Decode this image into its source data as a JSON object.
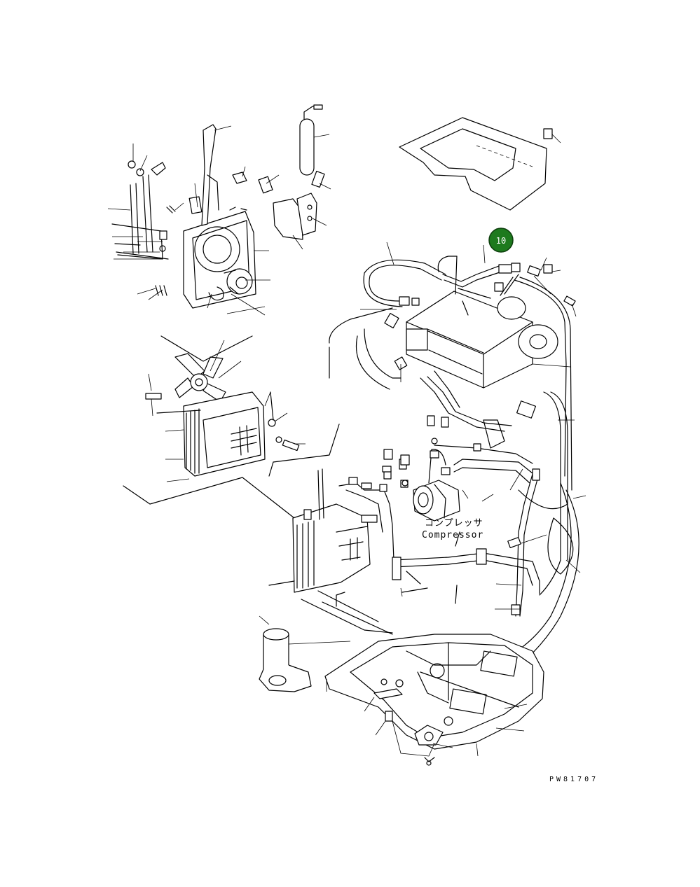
{
  "diagram": {
    "callout": {
      "number": "10",
      "color": "#1e7a1e"
    },
    "labels": {
      "compressor_jp": "コンプレッサ",
      "compressor_en": "Compressor"
    },
    "drawing_code": "PW81707"
  }
}
